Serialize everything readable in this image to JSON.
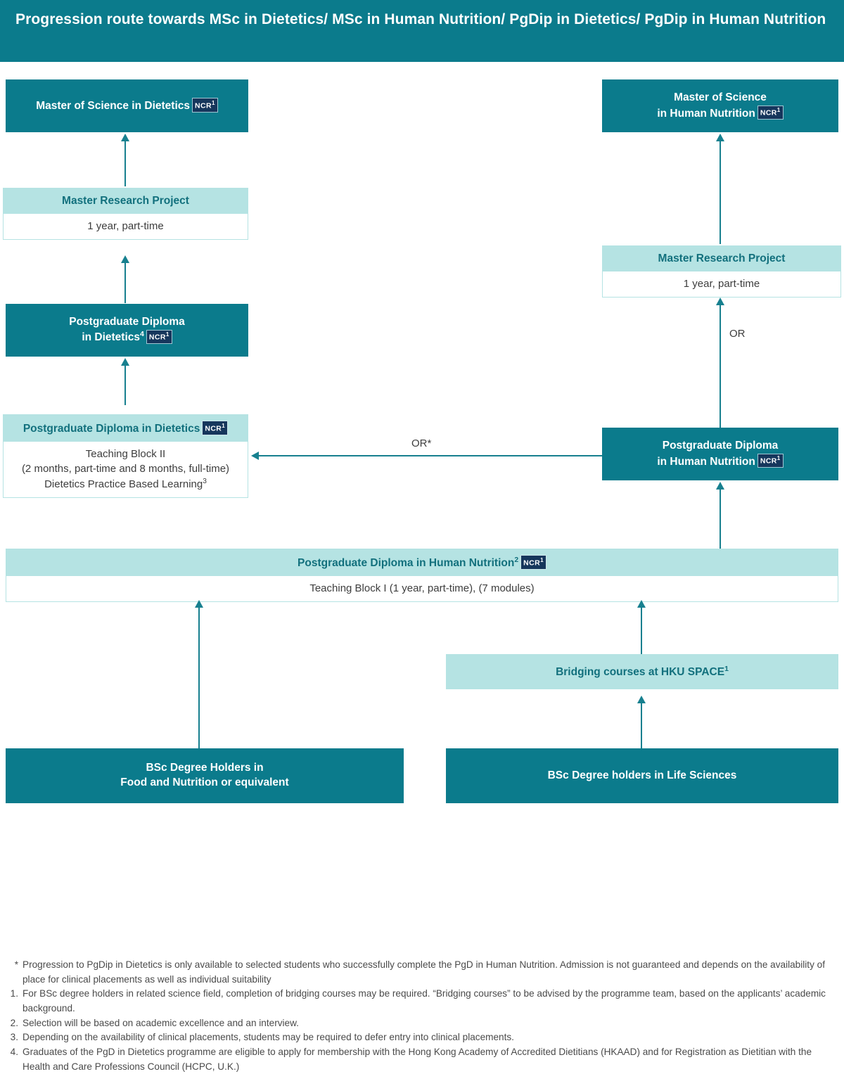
{
  "banner": {
    "title": "Progression route towards MSc in Dietetics/ MSc in Human Nutrition/ PgDip in Dietetics/ PgDip in Human Nutrition"
  },
  "colors": {
    "dark_teal": "#0b7b8c",
    "light_teal": "#b5e3e3",
    "arrow_teal": "#17808f",
    "badge_navy": "#16365c",
    "text_grey": "#3d3d3d"
  },
  "badge": {
    "label": "NCR",
    "superscript": "1"
  },
  "nodes": {
    "msc_dietetics": {
      "title": "Master of Science in Dietetics"
    },
    "msc_human_nutrition": {
      "line1": "Master of Science",
      "line2": "in Human Nutrition"
    },
    "mrp_left": {
      "head": "Master Research Project",
      "body": "1 year, part-time"
    },
    "mrp_right": {
      "head": "Master Research Project",
      "body": "1 year, part-time"
    },
    "pgdip_dietetics_solid": {
      "line1": "Postgraduate Diploma",
      "line2": "in Dietetics",
      "footnote_mark": "4"
    },
    "pgdip_dietetics_split": {
      "head": "Postgraduate Diploma in Dietetics",
      "body_line1": "Teaching Block II",
      "body_line2": "(2 months, part-time and 8 months, full-time)",
      "body_line3": "Dietetics Practice Based Learning",
      "body_line3_mark": "3"
    },
    "pgdip_human_nutrition_solid": {
      "line1": "Postgraduate Diploma",
      "line2": "in Human Nutrition"
    },
    "pgdip_human_nutrition_split": {
      "head": "Postgraduate Diploma in Human Nutrition",
      "head_mark": "2",
      "body": "Teaching Block I (1 year, part-time), (7 modules)"
    },
    "bridging": {
      "label": "Bridging courses at HKU SPACE",
      "footnote_mark": "1"
    },
    "bsc_food_nutrition": {
      "line1": "BSc Degree Holders in",
      "line2": "Food and Nutrition or equivalent"
    },
    "bsc_life_sciences": {
      "label": "BSc Degree holders in Life Sciences"
    }
  },
  "connectors": {
    "or_star": "OR*",
    "or_plain": "OR"
  },
  "footnotes": [
    {
      "mark": "*",
      "text": "Progression to PgDip in Dietetics is only available to selected students who successfully complete the PgD in Human Nutrition. Admission is not guaranteed and depends on the availability of place for clinical placements as well as individual suitability"
    },
    {
      "mark": "1.",
      "text": "For BSc degree holders in related science field, completion of bridging courses may be required. “Bridging courses” to be advised by the programme team, based on the applicants’ academic background."
    },
    {
      "mark": "2.",
      "text": "Selection will be based on academic excellence and an interview."
    },
    {
      "mark": "3.",
      "text": "Depending on the availability of clinical placements, students may be required to defer entry into clinical placements."
    },
    {
      "mark": "4.",
      "text": "Graduates of the PgD in Dietetics programme are eligible to apply for membership with the Hong Kong Academy of Accredited Dietitians (HKAAD) and for Registration as Dietitian with the Health and Care Professions Council (HCPC, U.K.)"
    }
  ]
}
